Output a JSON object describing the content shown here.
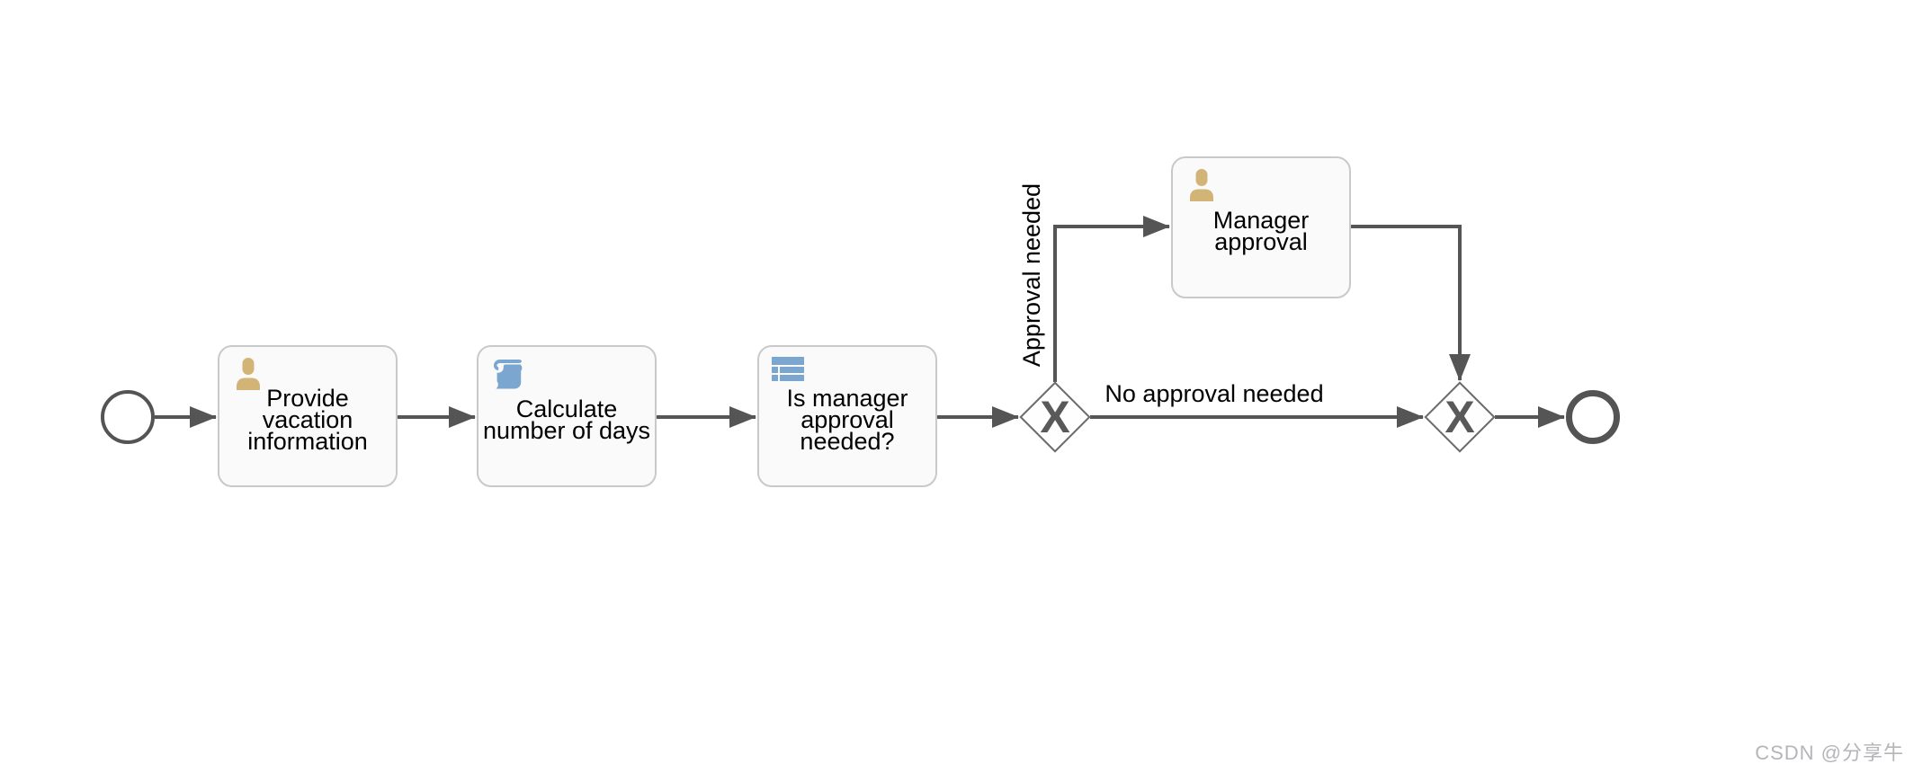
{
  "watermark": "CSDN @分享牛",
  "process": {
    "gateway_marker": "X",
    "tasks": [
      {
        "id": "provide-vacation-information",
        "type": "user-task",
        "icon": "user-icon",
        "label": "Provide vacation\ninformation"
      },
      {
        "id": "calculate-number-of-days",
        "type": "script-task",
        "icon": "script-icon",
        "label": "Calculate\nnumber of days"
      },
      {
        "id": "is-manager-approval-needed",
        "type": "business-rule-task",
        "icon": "business-rule-table-icon",
        "label": "Is manager\napproval\nneeded?"
      },
      {
        "id": "manager-approval",
        "type": "user-task",
        "icon": "user-icon",
        "label": "Manager\napproval"
      }
    ],
    "events": [
      {
        "id": "start-event",
        "kind": "start"
      },
      {
        "id": "end-event",
        "kind": "end"
      }
    ],
    "gateways": [
      {
        "id": "exclusive-gateway-split",
        "kind": "exclusive"
      },
      {
        "id": "exclusive-gateway-join",
        "kind": "exclusive"
      }
    ],
    "flow_labels": {
      "approval_needed": "Approval needed",
      "no_approval_needed": "No approval needed"
    }
  },
  "colors": {
    "edge": "#555555",
    "task_fill": "#fafafa",
    "task_border": "#c9c9c9",
    "gateway_border": "#6b6b6b",
    "icon_tan": "#d2b476",
    "icon_blue": "#7ba6cf",
    "label": "#000000",
    "marker": "#595959",
    "event": "#545454",
    "watermark": "#b5b5b9"
  }
}
